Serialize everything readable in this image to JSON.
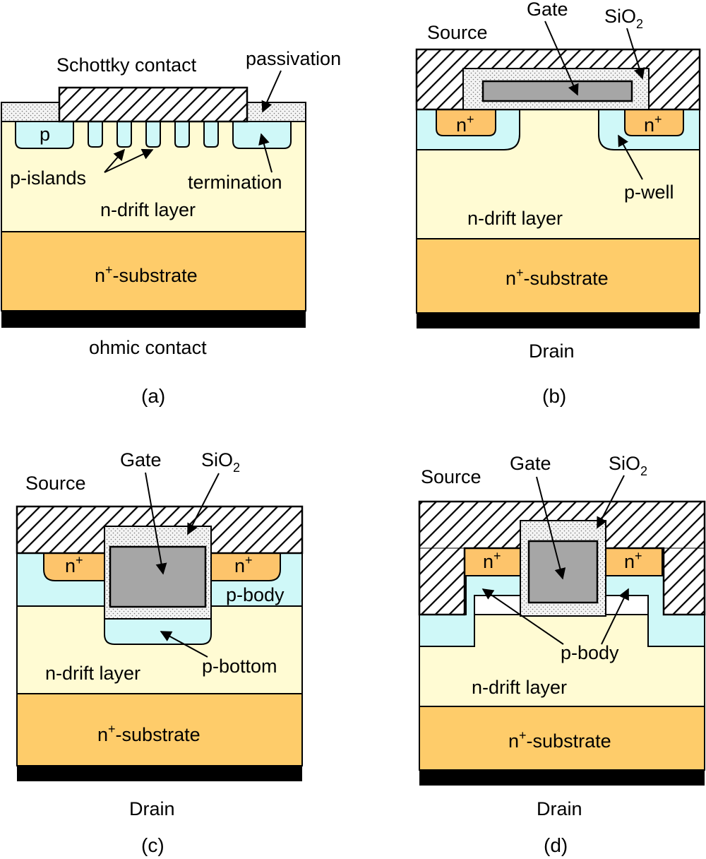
{
  "colors": {
    "drift": "#FFFBD3",
    "substrate": "#FECC6A",
    "p_region": "#CFF8F8",
    "n_plus": "#FDC46B",
    "gate": "#A6A6A6",
    "oxide": "#ECECEC",
    "metal_hatch": "#000000",
    "contact": "#000000"
  },
  "panels": {
    "a": {
      "caption": "(a)",
      "schottky_label": "Schottky contact",
      "passivation_label": "passivation",
      "p_label": "p",
      "p_islands_label": "p-islands",
      "termination_label": "termination",
      "drift_label": "n-drift layer",
      "substrate_label": "n",
      "substrate_sup": "+",
      "substrate_tail": "-substrate",
      "ohmic_label": "ohmic contact"
    },
    "b": {
      "caption": "(b)",
      "source_label": "Source",
      "gate_label": "Gate",
      "oxide_label": "SiO",
      "oxide_sub": "2",
      "nplus_left": "n",
      "nplus_right": "n",
      "nplus_sup": "+",
      "pwell_label": "p-well",
      "drift_label": "n-drift layer",
      "substrate_label": "n",
      "substrate_sup": "+",
      "substrate_tail": "-substrate",
      "drain_label": "Drain"
    },
    "c": {
      "caption": "(c)",
      "source_label": "Source",
      "gate_label": "Gate",
      "oxide_label": "SiO",
      "oxide_sub": "2",
      "nplus_left": "n",
      "nplus_right": "n",
      "nplus_sup": "+",
      "pbody_label": "p-body",
      "pbottom_label": "p-bottom",
      "drift_label": "n-drift layer",
      "substrate_label": "n",
      "substrate_sup": "+",
      "substrate_tail": "-substrate",
      "drain_label": "Drain"
    },
    "d": {
      "caption": "(d)",
      "source_label": "Source",
      "gate_label": "Gate",
      "oxide_label": "SiO",
      "oxide_sub": "2",
      "nplus_left": "n",
      "nplus_right": "n",
      "nplus_sup": "+",
      "pbody_label": "p-body",
      "drift_label": "n-drift layer",
      "substrate_label": "n",
      "substrate_sup": "+",
      "substrate_tail": "-substrate",
      "drain_label": "Drain"
    }
  }
}
